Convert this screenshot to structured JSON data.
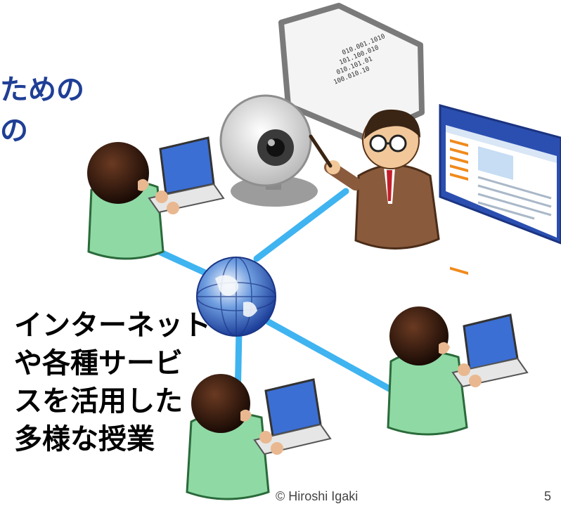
{
  "slide": {
    "title_fragments": [
      "ための",
      "の"
    ],
    "caption_lines": [
      "インターネット",
      "や各種サービ",
      "スを活用した",
      "多様な授業"
    ],
    "copyright": "© Hiroshi Igaki",
    "page_number": "5"
  },
  "icons": [
    "whiteboard-icon",
    "webcam-icon",
    "teacher-icon",
    "browser-window-icon",
    "globe-icon",
    "student-icon"
  ],
  "colors": {
    "title": "#1f3f96",
    "network_line": "#3fb4f0",
    "student_shirt": "#8fd9a5",
    "teacher_suit": "#8a5a3c"
  }
}
